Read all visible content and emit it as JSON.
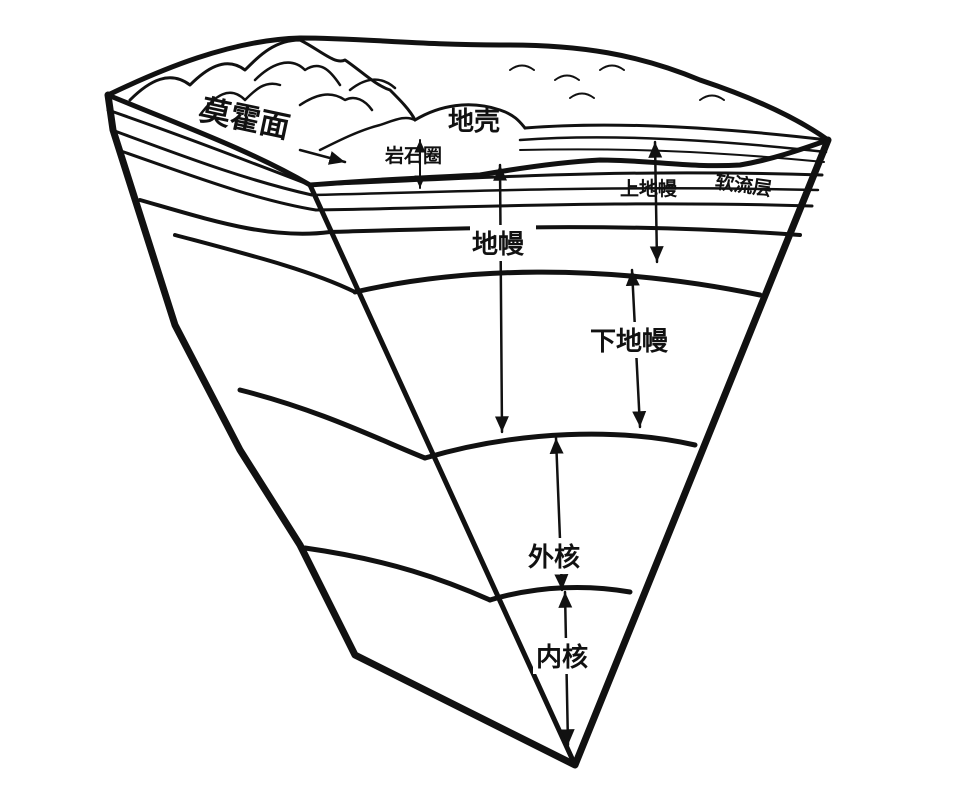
{
  "labels": {
    "moho": "莫霍面",
    "crust": "地壳",
    "lithosphere": "岩石圈",
    "upper_mantle": "上地幔",
    "asthenosphere": "软流层",
    "mantle": "地幔",
    "lower_mantle": "下地幔",
    "outer_core": "外核",
    "inner_core": "内核"
  },
  "colors": {
    "line": "#111111",
    "background": "#ffffff"
  }
}
